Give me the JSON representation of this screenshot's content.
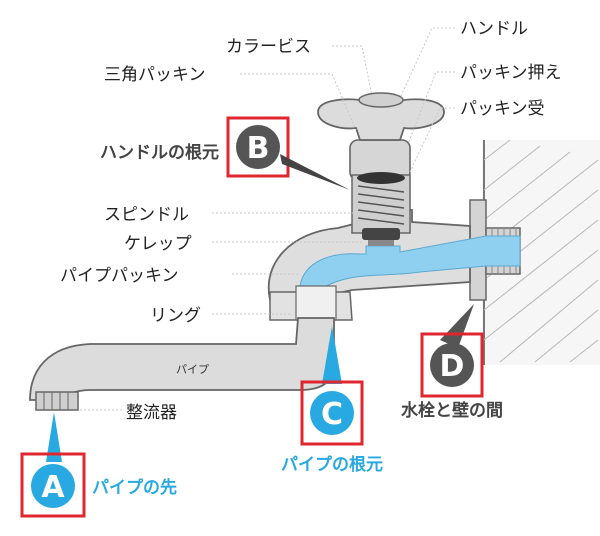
{
  "labels": {
    "color_screw": "カラービス",
    "handle": "ハンドル",
    "triangle_packing": "三角パッキン",
    "packing_holder": "パッキン押え",
    "packing_receiver": "パッキン受",
    "spindle": "スピンドル",
    "kelep": "ケレップ",
    "pipe_packing": "パイプパッキン",
    "ring": "リング",
    "pipe": "パイプ",
    "aerator": "整流器"
  },
  "markers": {
    "A": {
      "letter": "A",
      "caption": "パイプの先"
    },
    "B": {
      "letter": "B",
      "caption": "ハンドルの根元"
    },
    "C": {
      "letter": "C",
      "caption": "パイプの根元"
    },
    "D": {
      "letter": "D",
      "caption": "水栓と壁の間"
    }
  },
  "colors": {
    "marker_blue": "#29a9e1",
    "marker_gray": "#555555",
    "frame_red": "#e0262f",
    "water": "#8fd0f0",
    "faucet_body": "#d9d9d9",
    "outline": "#666666"
  }
}
